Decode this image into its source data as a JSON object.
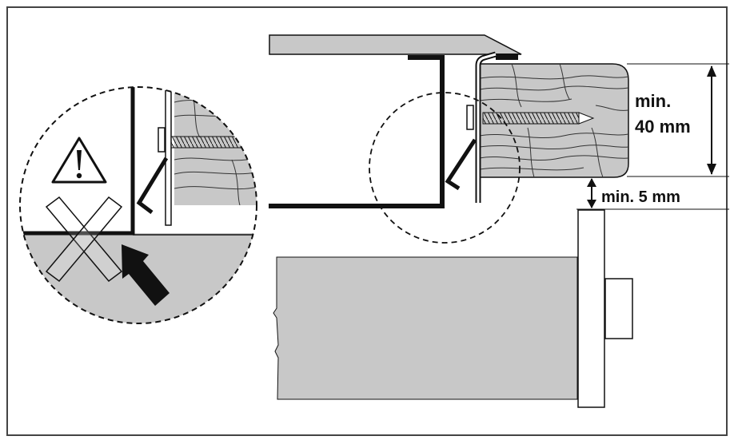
{
  "labels": {
    "height_line1": "min.",
    "height_line2": "40 mm",
    "gap": "min. 5 mm"
  },
  "icons": {
    "warning": "warning-triangle-icon",
    "forbidden": "cross-mark-icon",
    "pointer": "arrow-pointer-icon"
  },
  "colors": {
    "line": "#111111",
    "fill_grey": "#c8c8c8",
    "background": "#ffffff",
    "frame": "#444444"
  }
}
